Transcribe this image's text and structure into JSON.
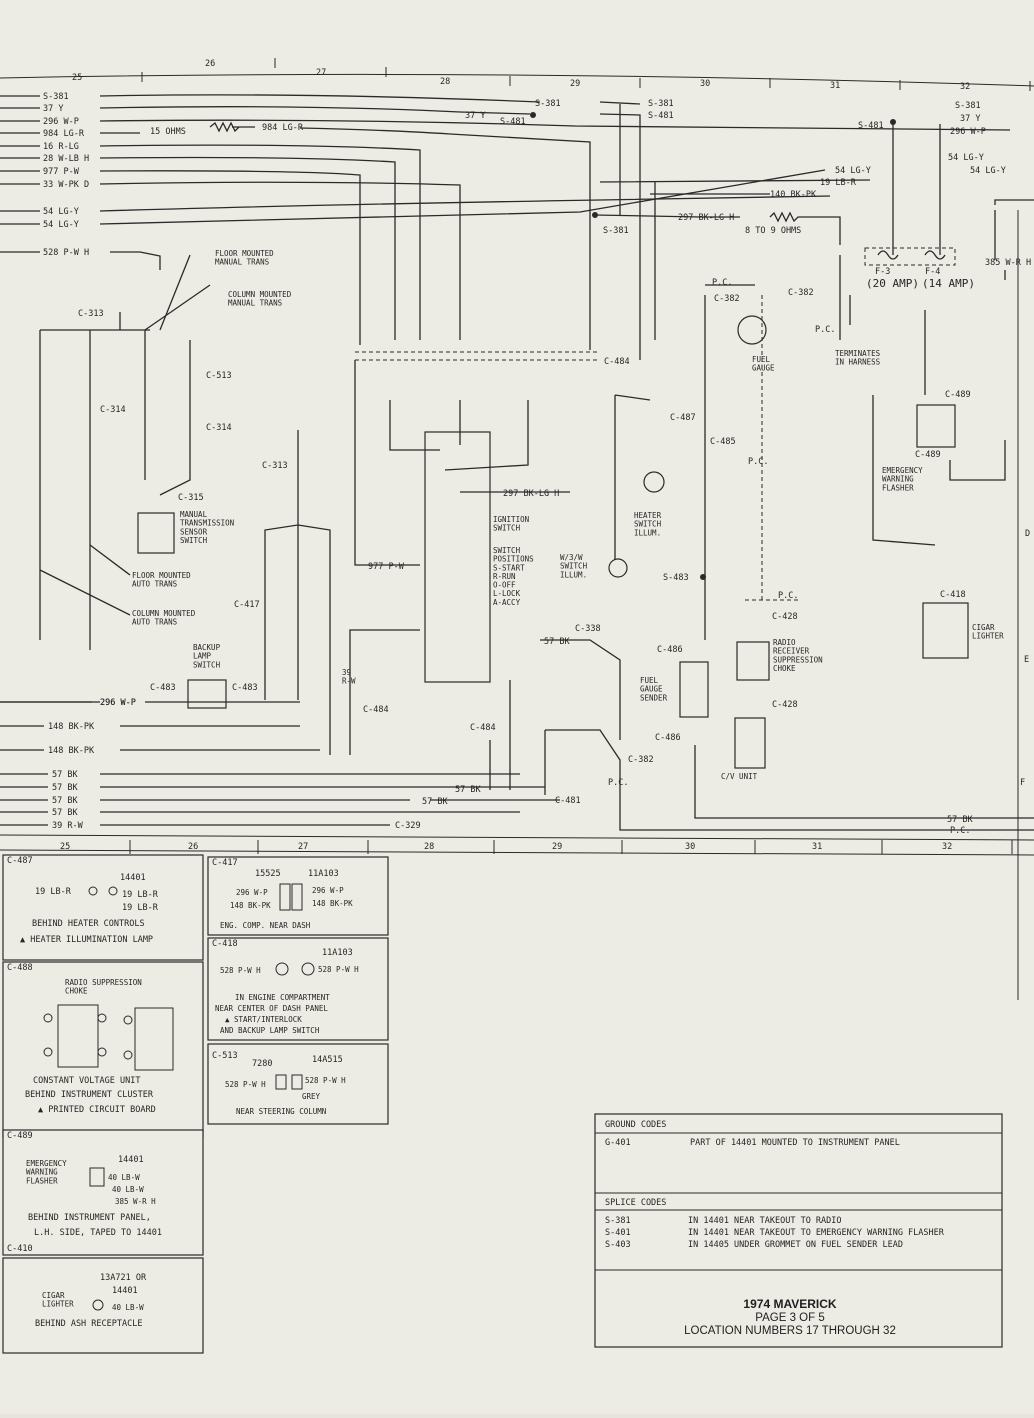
{
  "grid_top": [
    "25",
    "26",
    "27",
    "28",
    "29",
    "30",
    "31",
    "32"
  ],
  "grid_bottom": [
    "25",
    "26",
    "27",
    "28",
    "29",
    "30",
    "31",
    "32"
  ],
  "left_wires_top": [
    "S-381",
    "37 Y",
    "296 W-P",
    "984 LG-R",
    "16 R-LG",
    "28 W-LB H",
    "977 P-W",
    "33 W-PK D",
    "54 LG-Y",
    "54 LG-Y",
    "528 P-W H"
  ],
  "left_wires_bottom": [
    "296 W-P",
    "148 BK-PK",
    "148 BK-PK",
    "57 BK",
    "57 BK",
    "57 BK",
    "57 BK",
    "39 R-W"
  ],
  "right_wires": [
    "S-381",
    "37 Y",
    "296 W-P",
    "54 LG-Y",
    "54 LG-Y",
    "385 W-R H"
  ],
  "labels": {
    "ohms15": "15 OHMS",
    "wire984": "984 LG-R",
    "y37": "37 Y",
    "s381": "S-381",
    "s481": "S-481",
    "s381b": "S-381",
    "s481b": "S-481",
    "s381c": "S-381",
    "s481c": "S-481",
    "lgy54a": "54 LG-Y",
    "lbr19": "19 LB-R",
    "bkpk140": "140 BK-PK",
    "bklgh297": "297 BK-LG H",
    "ohms8": "8 TO 9 OHMS",
    "s381d": "S-381",
    "floor_manual": "FLOOR MOUNTED\nMANUAL TRANS",
    "column_manual": "COLUMN MOUNTED\nMANUAL TRANS",
    "floor_auto": "FLOOR MOUNTED\nAUTO TRANS",
    "column_auto": "COLUMN MOUNTED\nAUTO TRANS",
    "c313": "C-313",
    "c314": "C-314",
    "c315": "C-315",
    "c513a": "C-513",
    "c514": "C-314",
    "c313b": "C-313",
    "c417": "C-417",
    "c483": "C-483",
    "c483b": "C-483",
    "c484": "C-484",
    "c484b": "C-484",
    "c484c": "C-484",
    "c338": "C-338",
    "c329": "C-329",
    "c481": "C-481",
    "c487": "C-487",
    "c485": "C-485",
    "c486": "C-486",
    "c486b": "C-486",
    "c382": "C-382",
    "c382b": "C-382",
    "c382c": "C-382",
    "c428": "C-428",
    "c428b": "C-428",
    "c489": "C-489",
    "c489b": "C-489",
    "c418": "C-418",
    "s483": "S-483",
    "manual_sensor": "MANUAL\nTRANSMISSION\nSENSOR\nSWITCH",
    "backup": "BACKUP\nLAMP\nSWITCH",
    "ign_title": "IGNITION\nSWITCH",
    "ign_pos": "SWITCH\nPOSITIONS\nS-START\nR-RUN\nO-OFF\nL-LOCK\nA-ACCY",
    "w3w": "W/3/W\nSWITCH\nILLUM.",
    "heater_illum": "HEATER\nSWITCH\nILLUM.",
    "fuel_gauge": "FUEL\nGAUGE",
    "fuel_sender": "FUEL\nGAUGE\nSENDER",
    "cv_unit": "C/V UNIT",
    "radio_choke": "RADIO\nRECEIVER\nSUPPRESSION\nCHOKE",
    "terminates": "TERMINATES\nIN HARNESS",
    "flasher": "EMERGENCY\nWARNING\nFLASHER",
    "cigar": "CIGAR\nLIGHTER",
    "f3": "F-3",
    "f4": "F-4",
    "amp20": "(20 AMP)",
    "amp14": "(14 AMP)",
    "pc": "P.C.",
    "w977": "977 P-W",
    "w297b": "297 BK-LG H",
    "bk57": "57 BK",
    "wp296": "296 W-P",
    "rw39": "39\nR-W",
    "letter_d": "D",
    "letter_e": "E",
    "letter_f": "F"
  },
  "panels": {
    "c487": {
      "title": "C-487",
      "part": "14401",
      "left": "19 LB-R",
      "right1": "19 LB-R",
      "right2": "19 LB-R",
      "note1": "BEHIND HEATER CONTROLS",
      "note2": "▲ HEATER ILLUMINATION LAMP"
    },
    "c417p": {
      "title": "C-417",
      "part1": "15525",
      "part2": "11A103",
      "l1": "296 W-P",
      "l2": "148 BK-PK",
      "r1": "296 W-P",
      "r2": "148 BK-PK",
      "note": "ENG. COMP. NEAR DASH"
    },
    "c488": {
      "title": "C-488",
      "label1": "RADIO SUPPRESSION\nCHOKE",
      "note1": "CONSTANT VOLTAGE UNIT",
      "note2": "BEHIND INSTRUMENT CLUSTER",
      "note3": "▲ PRINTED CIRCUIT BOARD"
    },
    "c418p": {
      "title": "C-418",
      "part": "11A103",
      "left": "528 P-W H",
      "right": "528 P-W H",
      "note1": "IN ENGINE COMPARTMENT",
      "note2": "NEAR CENTER OF DASH PANEL",
      "note3": "▲ START/INTERLOCK",
      "note4": "AND BACKUP LAMP SWITCH"
    },
    "c513p": {
      "title": "C-513",
      "part1": "7280",
      "part2": "14A515",
      "left": "528 P-W H",
      "right": "528 P-W H",
      "grey": "GREY",
      "note": "NEAR STEERING COLUMN"
    },
    "c489p": {
      "title": "C-489",
      "part": "14401",
      "label": "EMERGENCY\nWARNING\nFLASHER",
      "w1": "40 LB-W",
      "w2": "40 LB-W",
      "w3": "385 W-R H",
      "note1": "BEHIND INSTRUMENT PANEL,",
      "note2": "L.H. SIDE, TAPED TO 14401"
    },
    "c410p": {
      "title": "C-410",
      "part1": "13A721 OR",
      "part2": "14401",
      "label": "CIGAR\nLIGHTER",
      "wire": "40 LB-W",
      "note": "BEHIND ASH RECEPTACLE"
    }
  },
  "codes": {
    "ground_title": "GROUND CODES",
    "ground": [
      {
        "code": "G-401",
        "desc": "PART OF 14401 MOUNTED TO INSTRUMENT PANEL"
      }
    ],
    "splice_title": "SPLICE CODES",
    "splice": [
      {
        "code": "S-381",
        "desc": "IN 14401 NEAR TAKEOUT TO RADIO"
      },
      {
        "code": "S-401",
        "desc": "IN 14401 NEAR TAKEOUT TO EMERGENCY WARNING FLASHER"
      },
      {
        "code": "S-403",
        "desc": "IN 14405 UNDER GROMMET ON FUEL SENDER LEAD"
      }
    ],
    "title1": "1974 MAVERICK",
    "title2": "PAGE 3 OF 5",
    "title3": "LOCATION NUMBERS 17 THROUGH 32"
  }
}
